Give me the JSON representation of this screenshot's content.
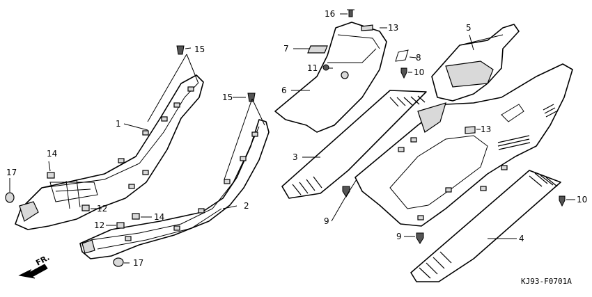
{
  "diagram": {
    "code": "KJ93-F0701A",
    "direction_label": "FR.",
    "callouts": {
      "c1": "1",
      "c2": "2",
      "c3": "3",
      "c4": "4",
      "c5": "5",
      "c6": "6",
      "c7": "7",
      "c8": "8",
      "c9a": "9",
      "c9b": "9",
      "c10a": "10",
      "c10b": "10",
      "c11": "11",
      "c12a": "12",
      "c12b": "12",
      "c13a": "13",
      "c13b": "13",
      "c14a": "14",
      "c14b": "14",
      "c15a": "15",
      "c15b": "15",
      "c16": "16",
      "c17a": "17",
      "c17b": "17"
    }
  }
}
